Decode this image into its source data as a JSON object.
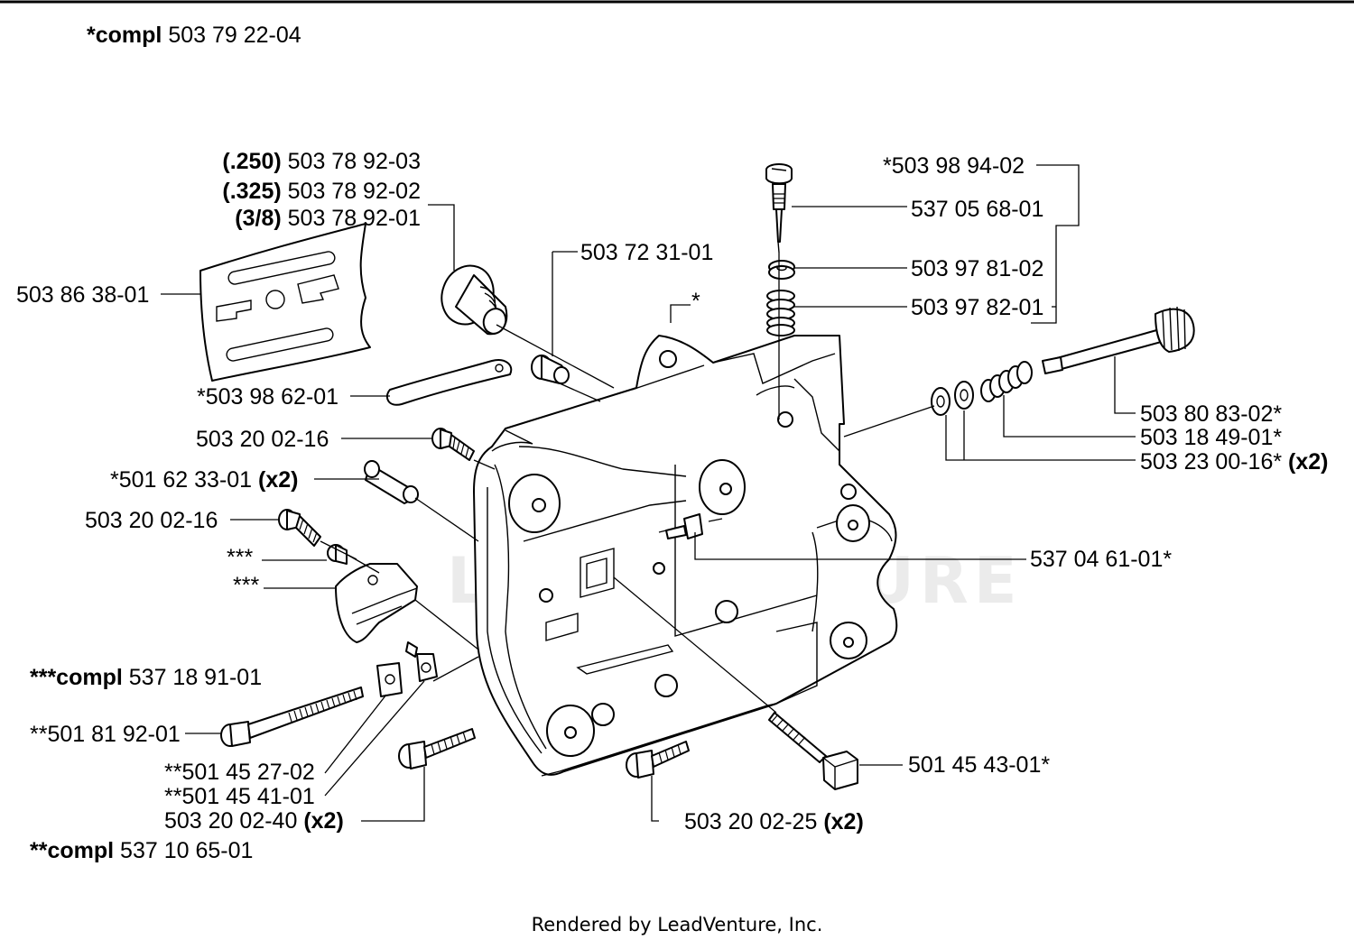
{
  "title": {
    "prefix": "*compl",
    "number": "503 79 22-04"
  },
  "watermark": "LEADVENTURE",
  "footer": "Rendered by LeadVenture, Inc.",
  "labels": {
    "bar_250": {
      "bold": "(.250)",
      "text": "503 78 92-03"
    },
    "bar_325": {
      "bold": "(.325)",
      "text": "503 78 92-02"
    },
    "bar_38": {
      "bold": "(3/8)",
      "text": "503 78 92-01"
    },
    "plate": "503 86 38-01",
    "pin_72": "503 72 31-01",
    "star": "*",
    "strip": "*503 98 62-01",
    "screw_top": "503 20 02-16",
    "sleeve": {
      "text": "*501 62 33-01",
      "bold": "(x2)"
    },
    "screw_mid": "503 20 02-16",
    "triple_1": "***",
    "triple_2": "***",
    "compl_triple": {
      "prefix": "***compl",
      "number": "537 18 91-01"
    },
    "bolt_long": "**501 81 92-01",
    "nut_27": "**501 45 27-02",
    "nut_41": "**501 45 41-01",
    "screw_40": {
      "text": "503 20 02-40",
      "bold": "(x2)"
    },
    "compl_double": {
      "prefix": "**compl",
      "number": "537 10 65-01"
    },
    "screw_25": {
      "text": "503 20 02-25",
      "bold": "(x2)"
    },
    "bolt_43": "501 45 43-01*",
    "group_94": "*503 98 94-02",
    "needle": "537 05 68-01",
    "washer_81": "503 97 81-02",
    "spring_82": "503 97 82-01",
    "shaft": "503 80 83-02*",
    "spring_49": "503 18 49-01*",
    "washer_00": {
      "text": "503 23 00-16*",
      "bold": "(x2)"
    },
    "bracket_61": "537 04 61-01*"
  }
}
